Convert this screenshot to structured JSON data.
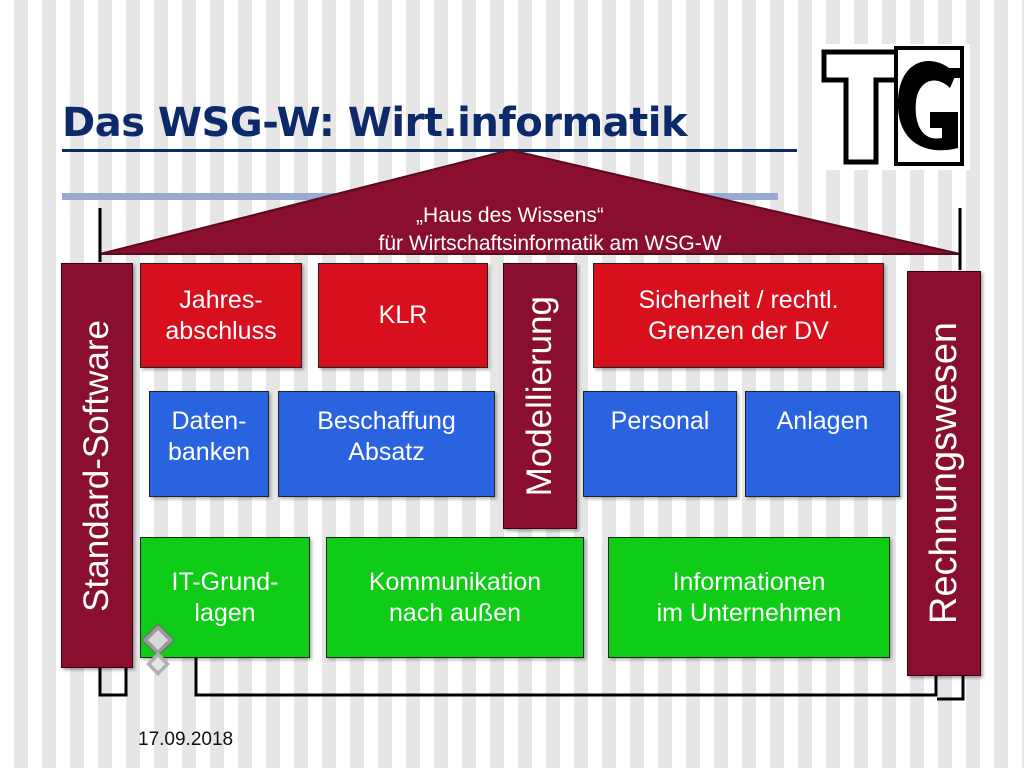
{
  "title": "Das WSG-W: Wirt.informatik",
  "logo": {
    "text": "TG",
    "icon": "school-logo-tg"
  },
  "roof": {
    "line1": "„Haus des Wissens“",
    "line2": "für Wirtschaftsinformatik am WSG-W"
  },
  "pillars": {
    "left": "Standard-Software",
    "middle": "Modellierung",
    "right": "Rechnungswesen"
  },
  "boxes": {
    "jahresabschluss": "Jahres-\nabschluss",
    "klr": "KLR",
    "sicherheit": "Sicherheit / rechtl.\nGrenzen der DV",
    "datenbanken": "Daten-\nbanken",
    "beschaffung": "Beschaffung\nAbsatz",
    "personal": "Personal",
    "anlagen": "Anlagen",
    "it_grundlagen": "IT-Grund-\nlagen",
    "kommunikation": "Kommunikation\nnach außen",
    "informationen": "Informationen\nim Unternehmen"
  },
  "footer": {
    "date": "17.09.2018"
  },
  "colors": {
    "title": "#0c2a6a",
    "roof": "#8a0f2e",
    "red_box": "#d8101e",
    "blue_box": "#2a63e0",
    "green_box": "#0fcc17"
  }
}
